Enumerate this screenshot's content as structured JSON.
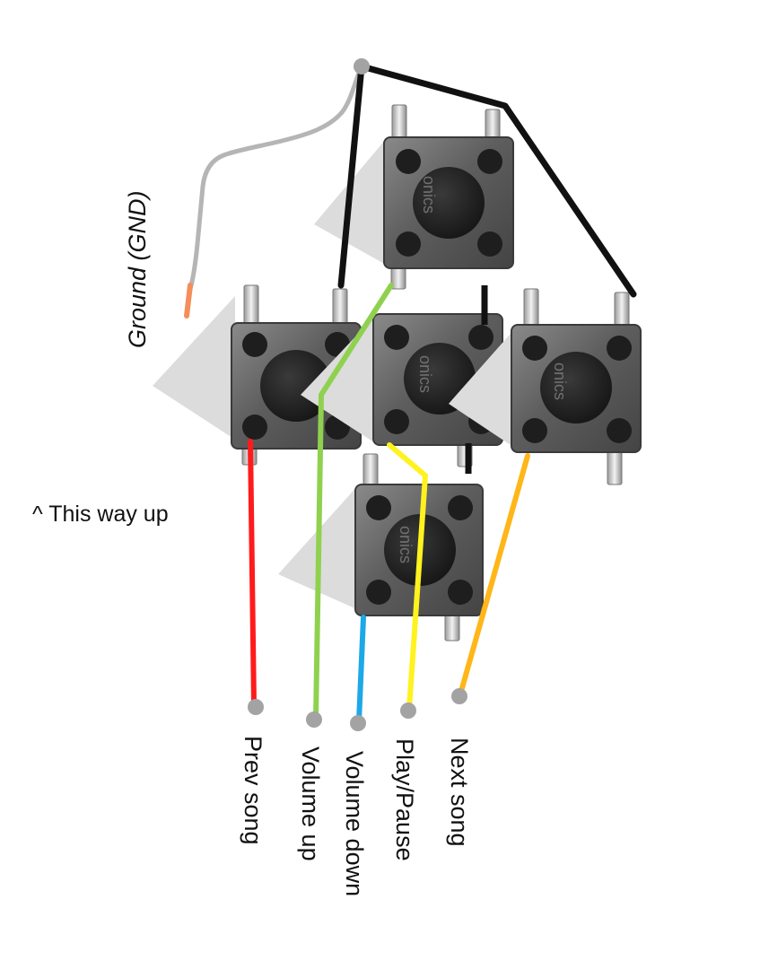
{
  "ground_label": "Ground (GND)",
  "orientation_note": "^ This way up",
  "body_marking": "onics",
  "wires": [
    {
      "id": "prev",
      "label": "Prev song",
      "color": "#ff1b1b"
    },
    {
      "id": "volup",
      "label": "Volume up",
      "color": "#8fd14f"
    },
    {
      "id": "voldown",
      "label": "Volume down",
      "color": "#1da8e8"
    },
    {
      "id": "play",
      "label": "Play/Pause",
      "color": "#fff21f"
    },
    {
      "id": "next",
      "label": "Next song",
      "color": "#ffb619"
    }
  ],
  "colors": {
    "ground_wire": "#111111",
    "ground_lead": "#b5b5b5",
    "ground_tip": "#f58e5a",
    "terminal_dot": "#a3a3a3",
    "switch_body": "#5c5c5c",
    "switch_cap": "#1c1c1c"
  }
}
